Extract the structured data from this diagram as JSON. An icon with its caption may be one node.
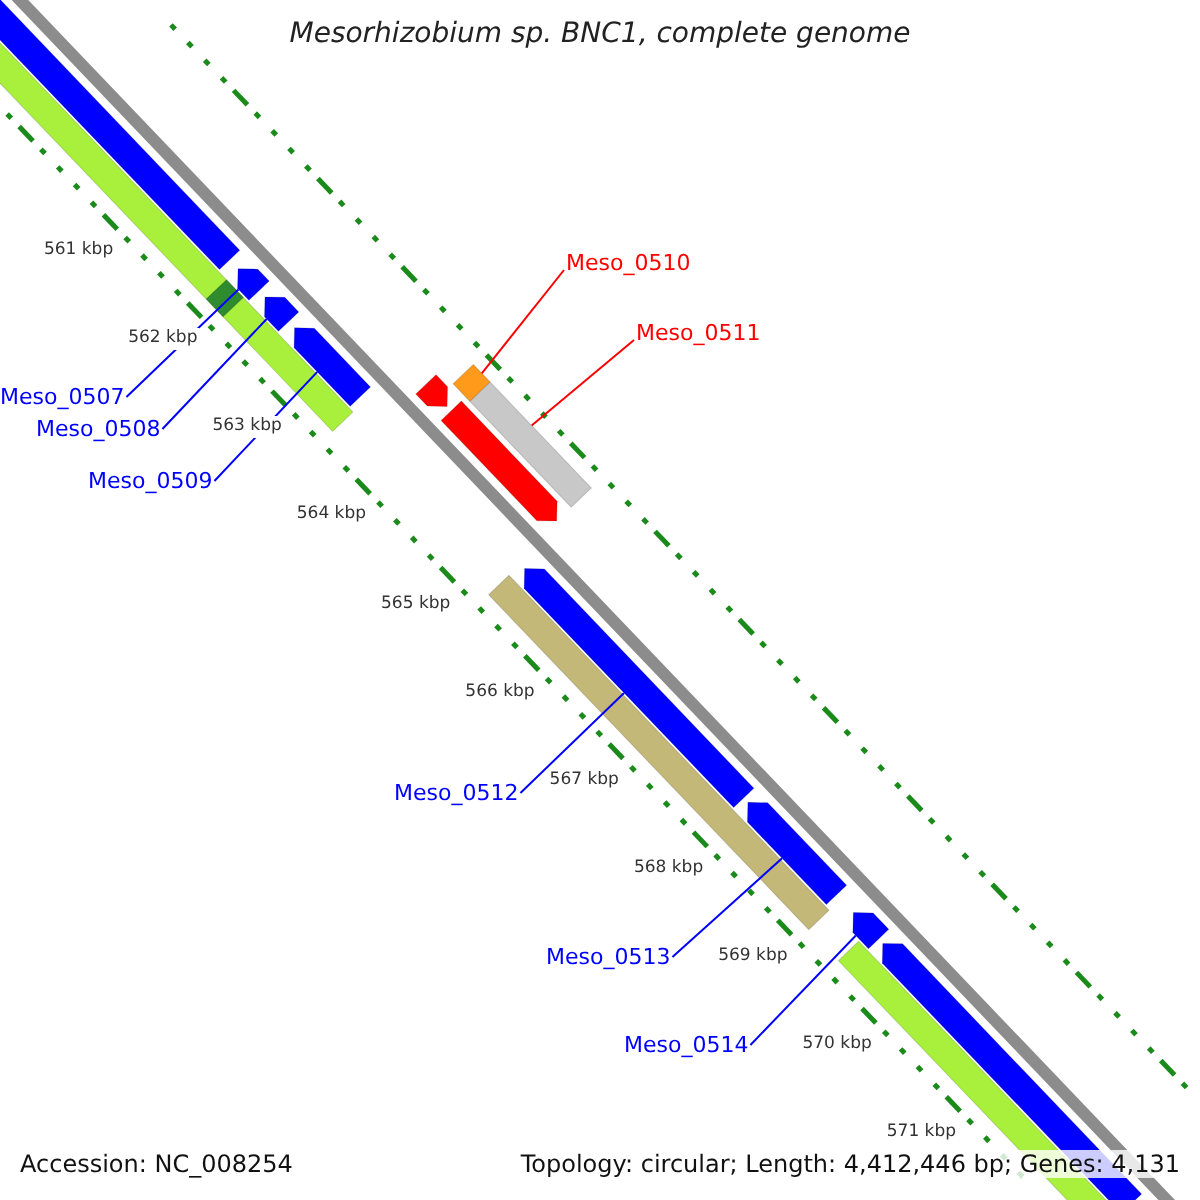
{
  "diagram": {
    "title": "Mesorhizobium sp. BNC1, complete genome",
    "nodes": [
      {
        "text": [
          "Meso_0510"
        ]
      },
      {
        "text": [
          "Meso_0511"
        ]
      },
      {
        "text": [
          "Meso_0507"
        ]
      },
      {
        "text": [
          "Meso_0508"
        ]
      },
      {
        "text": [
          "Meso_0509"
        ]
      },
      {
        "text": [
          "Meso_0512"
        ]
      },
      {
        "text": [
          "Meso_0513"
        ]
      },
      {
        "text": [
          "Meso_0514"
        ]
      },
      {
        "text": [],
        "shape": "bar"
      },
      {
        "text": [],
        "shape": "bar"
      },
      {
        "text": [],
        "shape": "bar"
      },
      {
        "text": [],
        "shape": "bar"
      },
      {
        "text": [],
        "shape": "bar"
      },
      {
        "text": [],
        "shape": "bar"
      },
      {
        "text": [],
        "shape": "bar"
      },
      {
        "text": [],
        "shape": "bar"
      },
      {
        "text": [],
        "shape": "bar"
      }
    ],
    "edges": [
      {
        "from": 0,
        "to": 11,
        "arrow": "none",
        "color": "#ff0000"
      },
      {
        "from": 1,
        "to": 12,
        "arrow": "none",
        "color": "#ff0000"
      },
      {
        "from": 2,
        "to": 8,
        "arrow": "none"
      },
      {
        "from": 3,
        "to": 9,
        "arrow": "none"
      },
      {
        "from": 4,
        "to": 10,
        "arrow": "none"
      },
      {
        "from": 5,
        "to": 13,
        "arrow": "none"
      },
      {
        "from": 6,
        "to": 14,
        "arrow": "none"
      },
      {
        "from": 7,
        "to": 15,
        "arrow": "none"
      }
    ],
    "labels": [
      "561 kbp",
      "562 kbp",
      "563 kbp",
      "564 kbp",
      "565 kbp",
      "566 kbp",
      "567 kbp",
      "568 kbp",
      "569 kbp",
      "570 kbp",
      "571 kbp",
      "Accession: NC_008254",
      "Topology: circular; Length: 4,412,446 bp; Genes: 4,131"
    ]
  }
}
